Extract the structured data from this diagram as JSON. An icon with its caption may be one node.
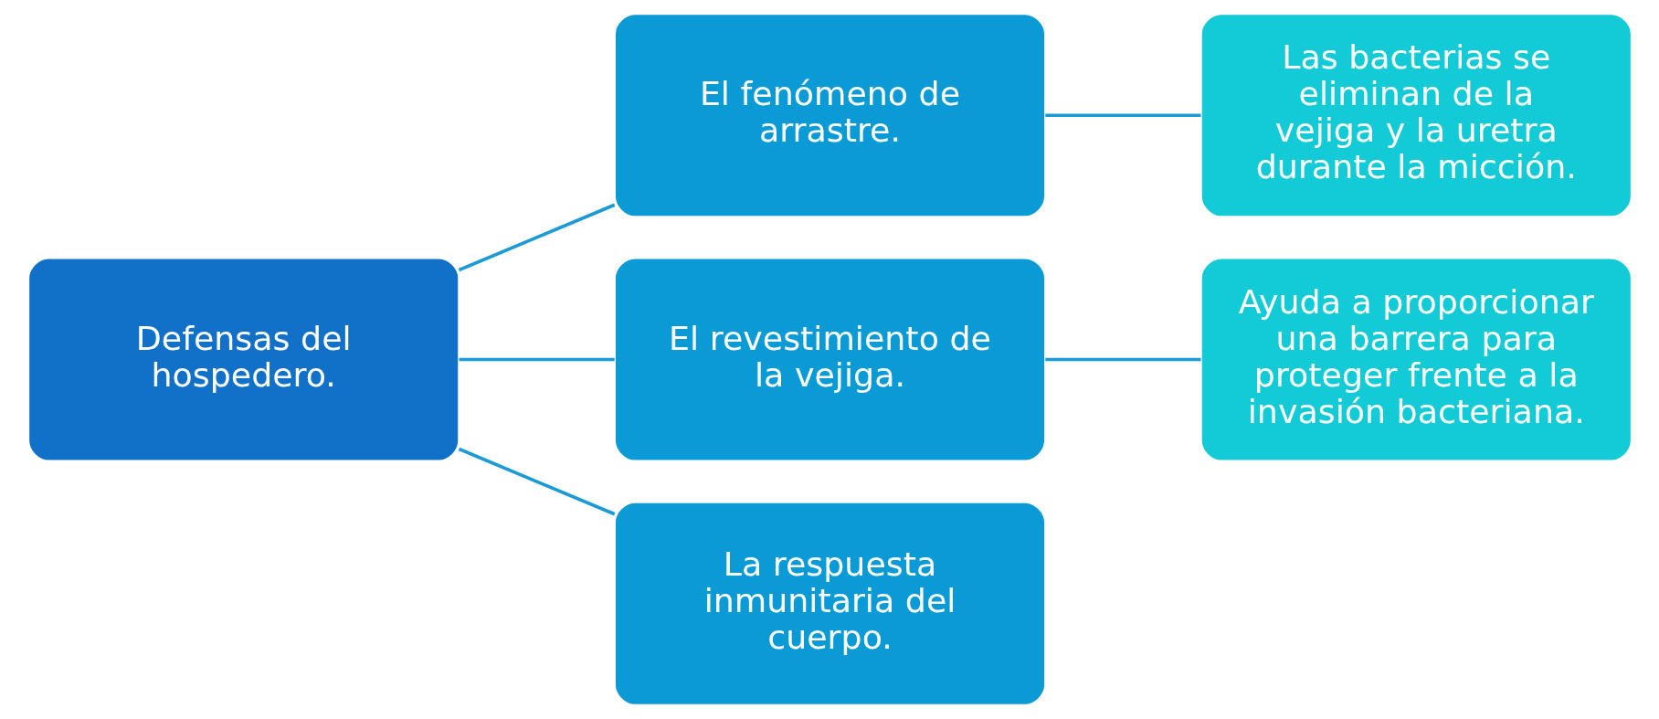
{
  "diagram": {
    "nodes": [
      {
        "text": [
          "Defensas del hospedero."
        ]
      },
      {
        "text": [
          "El fenómeno de arrastre."
        ]
      },
      {
        "text": [
          "El revestimiento de la vejiga."
        ]
      },
      {
        "text": [
          "La respuesta inmunitaria del cuerpo."
        ]
      },
      {
        "text": [
          "Las bacterias se eliminan de la vejiga y la uretra durante la micción."
        ]
      },
      {
        "text": [
          "Ayuda a proporcionar una barrera para proteger frente a la invasión bacteriana."
        ]
      }
    ],
    "edges": [
      {
        "from": 0,
        "to": 1,
        "arrow": "none"
      },
      {
        "from": 0,
        "to": 2,
        "arrow": "none"
      },
      {
        "from": 0,
        "to": 3,
        "arrow": "none"
      },
      {
        "from": 1,
        "to": 4,
        "arrow": "none"
      },
      {
        "from": 2,
        "to": 5,
        "arrow": "none"
      }
    ]
  }
}
